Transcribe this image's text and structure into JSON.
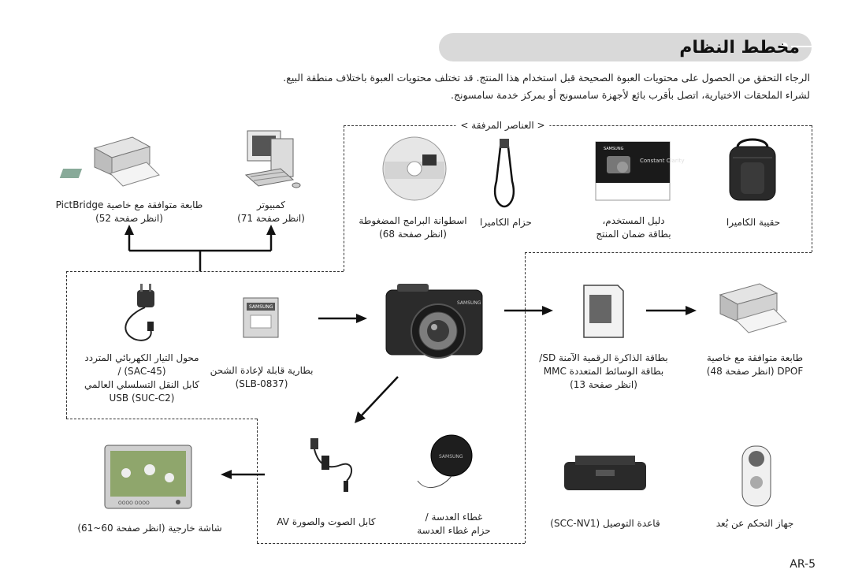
{
  "header": {
    "title": "مخطط النظام"
  },
  "intro": {
    "line1": "الرجاء التحقق من الحصول على محتويات العبوة الصحيحة قبل استخدام هذا المنتج. قد تختلف محتويات العبوة باختلاف منطقة البيع.",
    "line2": "لشراء الملحقات الاختيارية، اتصل بأقرب بائع لأجهزة سامسونج أو بمركز خدمة سامسونج."
  },
  "included_title": "< العناصر المرفقة >",
  "items": {
    "printer_pictbridge": {
      "line1": "طابعة متوافقة مع خاصية PictBridge",
      "line2": "(انظر صفحة 52)"
    },
    "computer": {
      "line1": "كمبيوتر",
      "line2": "(انظر صفحة 71)"
    },
    "software_cd": {
      "line1": "اسطوانة البرامج المضغوطة",
      "line2": "(انظر صفحة 68)"
    },
    "strap": {
      "line1": "حزام الكاميرا"
    },
    "manual": {
      "line1": "دليل المستخدم،",
      "line2": "بطاقة ضمان المنتج"
    },
    "case": {
      "line1": "حقيبة الكاميرا"
    },
    "adapter": {
      "line1": "محول التيار الكهربائي المتردد",
      "line2": "(SAC-45) /",
      "line3": "كابل النقل التسلسلي العالمي",
      "line4": "USB (SUC-C2)"
    },
    "battery": {
      "line1": "بطارية قابلة لإعادة الشحن",
      "line2": "(SLB-0837)"
    },
    "sd_card": {
      "line1": "بطاقة الذاكرة الرقمية الآمنة SD/",
      "line2": "بطاقة الوسائط المتعددة MMC",
      "line3": "(انظر صفحة 13)"
    },
    "printer_dpof": {
      "line1": "طابعة متوافقة مع خاصية",
      "line2": "DPOF (انظر صفحة 48)"
    },
    "tv": {
      "line1": "شاشة خارجية (انظر صفحة 60~61)"
    },
    "av_cable": {
      "line1": "كابل الصوت والصورة AV"
    },
    "lens_cap": {
      "line1": "غطاء العدسة /",
      "line2": "حزام غطاء العدسة"
    },
    "cradle": {
      "line1": "قاعدة التوصيل (SCC-NV1)"
    },
    "remote": {
      "line1": "جهاز التحكم عن بُعد"
    }
  },
  "images": {
    "manual_brand": "SAMSUNG",
    "manual_text": "Constant Clarity",
    "battery_brand": "SAMSUNG",
    "camera_brand": "SAMSUNG",
    "lenscap_brand": "SAMSUNG",
    "tv_buttons": "OOOO OOOO"
  },
  "footer": {
    "page_number": "AR-5"
  }
}
